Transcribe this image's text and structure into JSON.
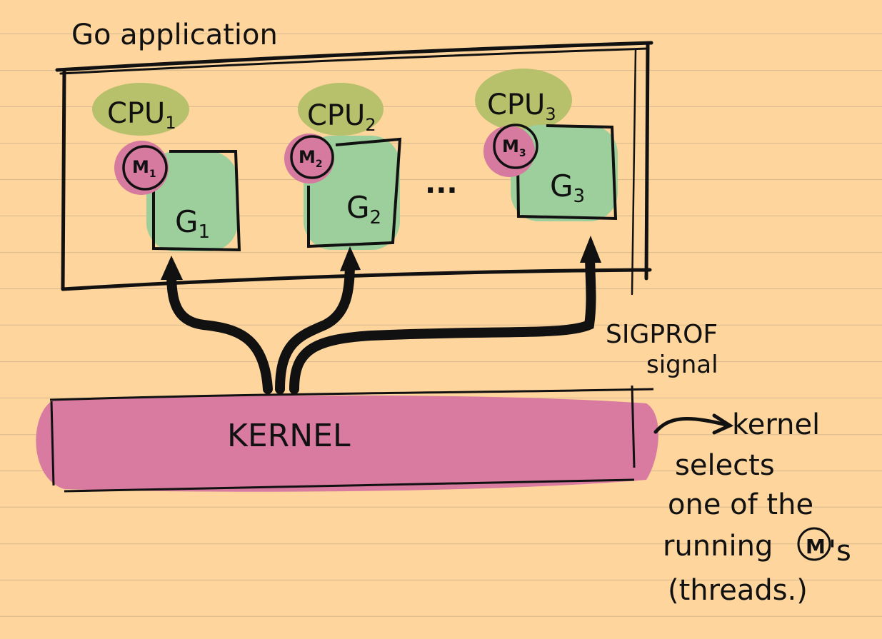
{
  "diagram": {
    "app_title": "Go application",
    "cpus": [
      {
        "label": "CPU",
        "sub": "1",
        "thread": "M",
        "thread_sub": "1",
        "goroutine": "G",
        "goroutine_sub": "1"
      },
      {
        "label": "CPU",
        "sub": "2",
        "thread": "M",
        "thread_sub": "2",
        "goroutine": "G",
        "goroutine_sub": "2"
      },
      {
        "label": "CPU",
        "sub": "3",
        "thread": "M",
        "thread_sub": "3",
        "goroutine": "G",
        "goroutine_sub": "3"
      }
    ],
    "ellipsis": "...",
    "kernel_label": "KERNEL",
    "signal_label_line1": "SIGPROF",
    "signal_label_line2": "signal",
    "note_line1": "kernel",
    "note_line2": "selects",
    "note_line3": "one of the",
    "note_line4_pre": "running",
    "note_line4_m": "M",
    "note_line4_post": "'s",
    "note_line5": "(threads.)"
  },
  "colors": {
    "paper": "#fdd59d",
    "ruling": "#d9b98c",
    "cpu_blob": "#b7c06a",
    "thread_blob": "#d67aa0",
    "goroutine_blob": "#9ccf9c",
    "kernel_blob": "#d97ba0",
    "ink": "#111111"
  }
}
